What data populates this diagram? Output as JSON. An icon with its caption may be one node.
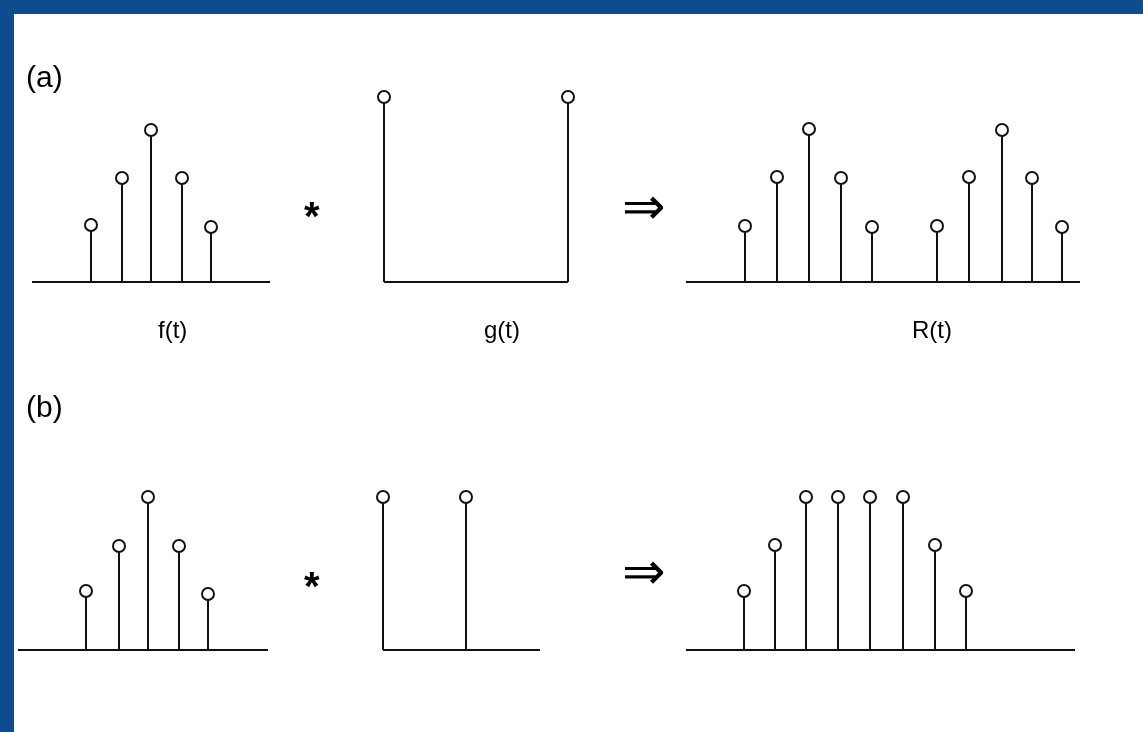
{
  "diagram": {
    "labels": [
      "(a)",
      "*",
      "⇒",
      "f(t)",
      "g(t)",
      "R(t)",
      "(b)",
      "*",
      "⇒"
    ]
  }
}
